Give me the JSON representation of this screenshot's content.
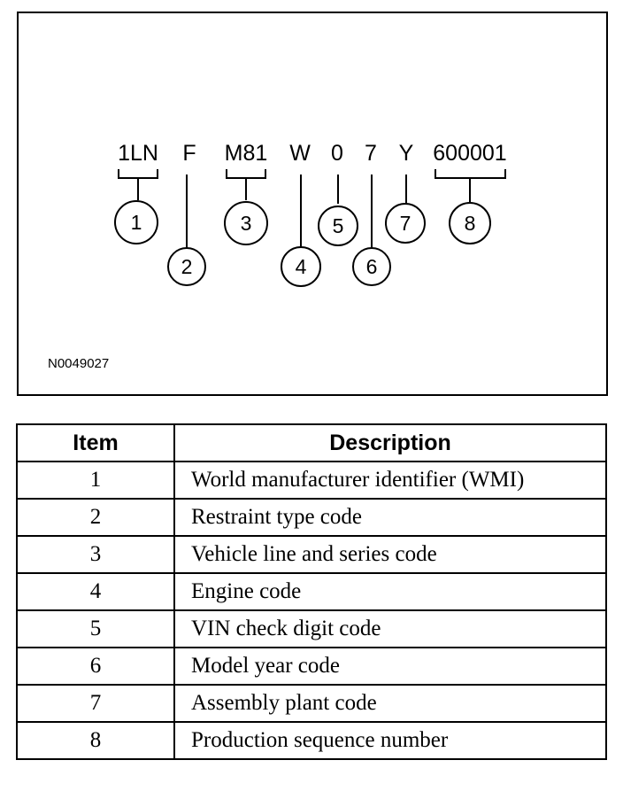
{
  "figure_id": "N0049027",
  "vin_segments": [
    "1LN",
    "F",
    "M81",
    "W",
    "0",
    "7",
    "Y",
    "600001"
  ],
  "callouts": [
    "1",
    "2",
    "3",
    "4",
    "5",
    "6",
    "7",
    "8"
  ],
  "table": {
    "headers": [
      "Item",
      "Description"
    ],
    "rows": [
      {
        "item": "1",
        "description": "World manufacturer identifier (WMI)"
      },
      {
        "item": "2",
        "description": "Restraint type code"
      },
      {
        "item": "3",
        "description": "Vehicle line and series code"
      },
      {
        "item": "4",
        "description": "Engine code"
      },
      {
        "item": "5",
        "description": "VIN check digit code"
      },
      {
        "item": "6",
        "description": "Model year code"
      },
      {
        "item": "7",
        "description": "Assembly plant code"
      },
      {
        "item": "8",
        "description": "Production sequence number"
      }
    ]
  }
}
